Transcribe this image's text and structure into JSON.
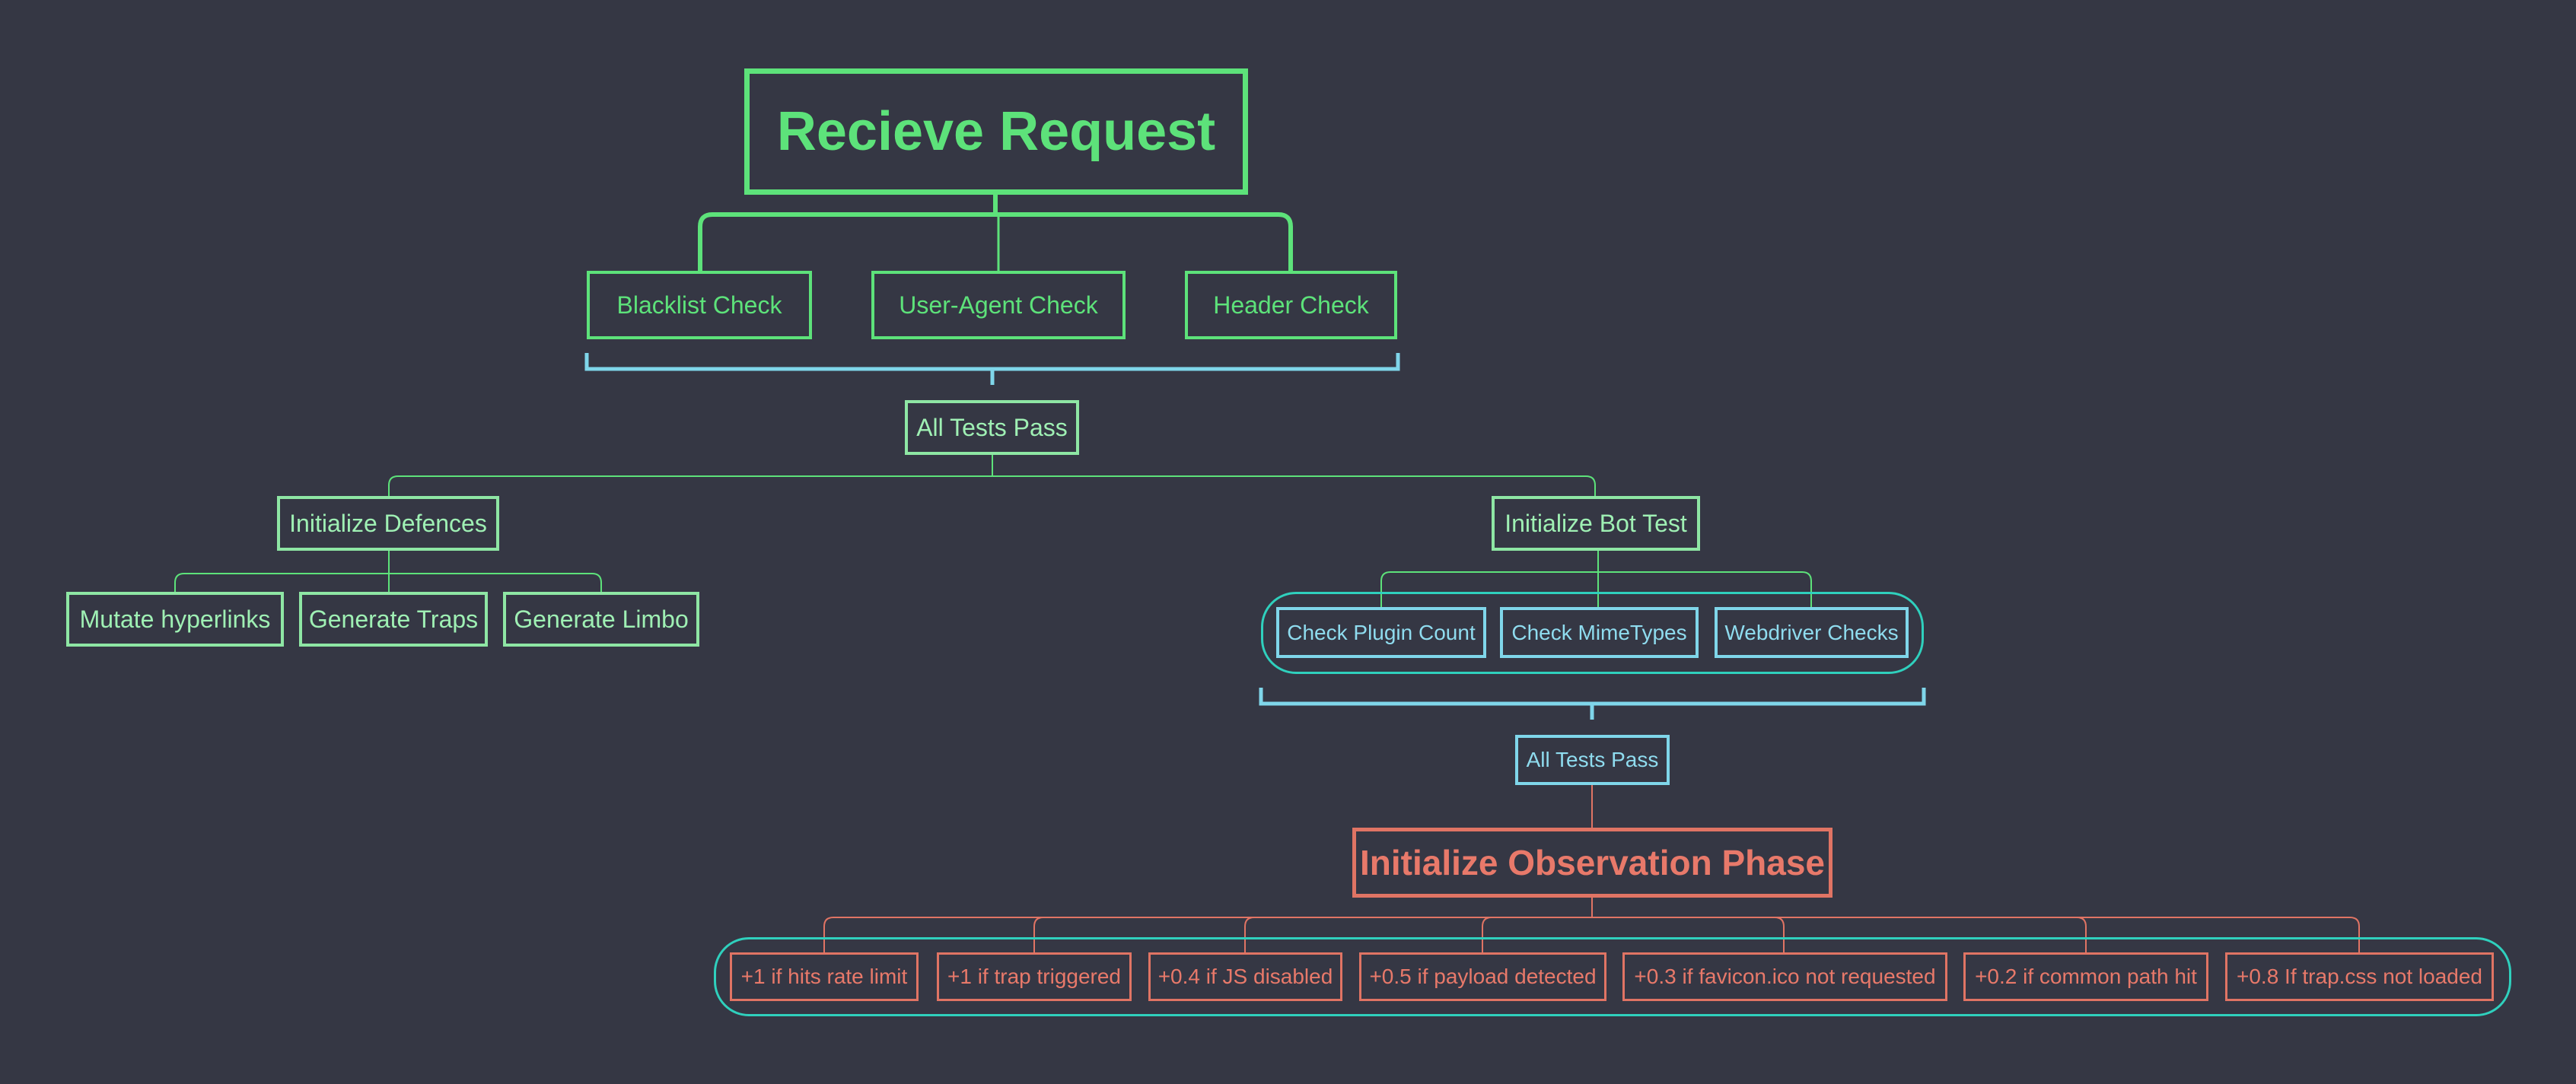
{
  "colors": {
    "background": "#353744",
    "primary_green": "#5de27a",
    "light_green": "#8ee6a4",
    "cyan": "#7fd6ea",
    "red": "#e07464",
    "group_teal": "#2fd0bd"
  },
  "root": {
    "label": "Recieve Request"
  },
  "request_checks": [
    "Blacklist Check",
    "User-Agent Check",
    "Header Check"
  ],
  "pass_1": {
    "label": "All Tests Pass"
  },
  "defences": {
    "label": "Initialize Defences",
    "children": [
      "Mutate hyperlinks",
      "Generate Traps",
      "Generate Limbo"
    ]
  },
  "bot_test": {
    "label": "Initialize Bot Test",
    "children": [
      "Check Plugin Count",
      "Check MimeTypes",
      "Webdriver Checks"
    ]
  },
  "pass_2": {
    "label": "All Tests Pass"
  },
  "observation": {
    "label": "Initialize Observation Phase",
    "rules": [
      "+1 if hits rate limit",
      "+1 if trap triggered",
      "+0.4 if JS disabled",
      "+0.5 if payload detected",
      "+0.3 if favicon.ico not requested",
      "+0.2 if common path hit",
      "+0.8 If trap.css not loaded"
    ]
  }
}
